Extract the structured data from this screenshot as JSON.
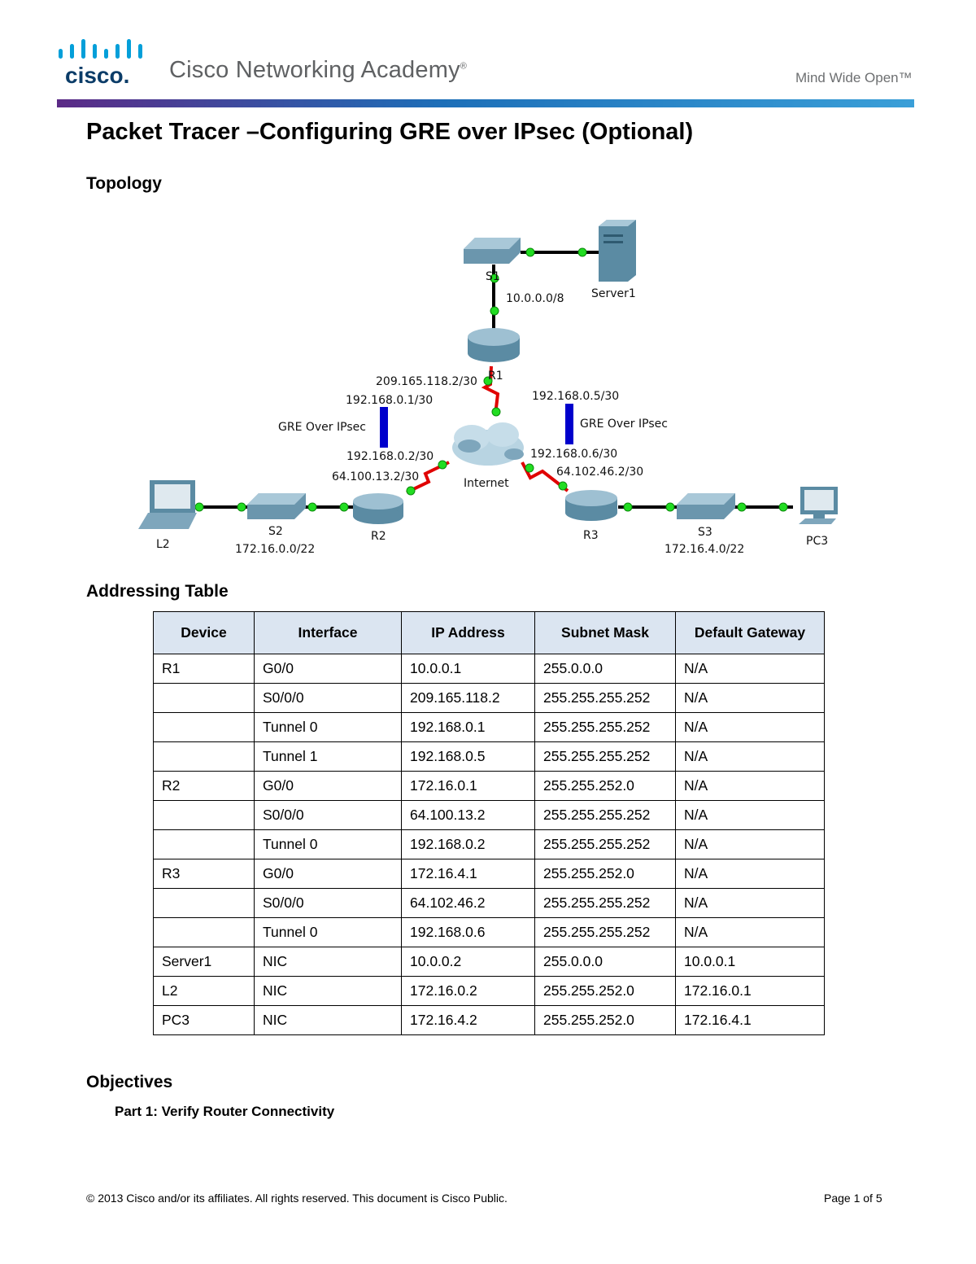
{
  "header": {
    "brand_name": "Cisco Networking Academy",
    "brand_mark": "®",
    "tagline": "Mind Wide Open™",
    "logo_text": "cisco.",
    "bar_colors": [
      "#5b2a86",
      "#1d6fb8",
      "#3a9fd8"
    ]
  },
  "doc_title": "Packet Tracer –Configuring GRE over IPsec (Optional)",
  "topology": {
    "heading": "Topology",
    "devices": {
      "s1": "S1",
      "server1": "Server1",
      "r1": "R1",
      "r2": "R2",
      "r3": "R3",
      "s2": "S2",
      "s3": "S3",
      "l2": "L2",
      "pc3": "PC3",
      "internet": "Internet"
    },
    "networks": {
      "s1_net": "10.0.0.0/8",
      "s2_net": "172.16.0.0/22",
      "s3_net": "172.16.4.0/22"
    },
    "links": {
      "r1_serial": "209.165.118.2/30",
      "r1_tunnel0": "192.168.0.1/30",
      "r1_tunnel1": "192.168.0.5/30",
      "r2_tunnel0": "192.168.0.2/30",
      "r2_serial": "64.100.13.2/30",
      "r3_tunnel0": "192.168.0.6/30",
      "r3_serial": "64.102.46.2/30",
      "gre_left": "GRE Over IPsec",
      "gre_right": "GRE Over IPsec"
    },
    "colors": {
      "ethernet": "#000000",
      "serial": "#e00000",
      "link_dot": "#22dd22",
      "tunnel": "#0000cc"
    }
  },
  "addressing": {
    "heading": "Addressing Table",
    "columns": [
      "Device",
      "Interface",
      "IP Address",
      "Subnet Mask",
      "Default Gateway"
    ],
    "rows": [
      [
        "R1",
        "G0/0",
        "10.0.0.1",
        "255.0.0.0",
        "N/A"
      ],
      [
        "",
        "S0/0/0",
        "209.165.118.2",
        "255.255.255.252",
        "N/A"
      ],
      [
        "",
        "Tunnel 0",
        "192.168.0.1",
        "255.255.255.252",
        "N/A"
      ],
      [
        "",
        "Tunnel 1",
        "192.168.0.5",
        "255.255.255.252",
        "N/A"
      ],
      [
        "R2",
        "G0/0",
        "172.16.0.1",
        "255.255.252.0",
        "N/A"
      ],
      [
        "",
        "S0/0/0",
        "64.100.13.2",
        "255.255.255.252",
        "N/A"
      ],
      [
        "",
        "Tunnel 0",
        "192.168.0.2",
        "255.255.255.252",
        "N/A"
      ],
      [
        "R3",
        "G0/0",
        "172.16.4.1",
        "255.255.252.0",
        "N/A"
      ],
      [
        "",
        "S0/0/0",
        "64.102.46.2",
        "255.255.255.252",
        "N/A"
      ],
      [
        "",
        "Tunnel 0",
        "192.168.0.6",
        "255.255.255.252",
        "N/A"
      ],
      [
        "Server1",
        "NIC",
        "10.0.0.2",
        "255.0.0.0",
        "10.0.0.1"
      ],
      [
        "L2",
        "NIC",
        "172.16.0.2",
        "255.255.252.0",
        "172.16.0.1"
      ],
      [
        "PC3",
        "NIC",
        "172.16.4.2",
        "255.255.252.0",
        "172.16.4.1"
      ]
    ],
    "header_bg": "#dbe5f1"
  },
  "objectives": {
    "heading": "Objectives",
    "parts": [
      "Part 1: Verify Router Connectivity"
    ]
  },
  "footer": {
    "copyright": "© 2013 Cisco and/or its affiliates. All rights reserved. This document is Cisco Public.",
    "page": "Page 1 of 5"
  }
}
